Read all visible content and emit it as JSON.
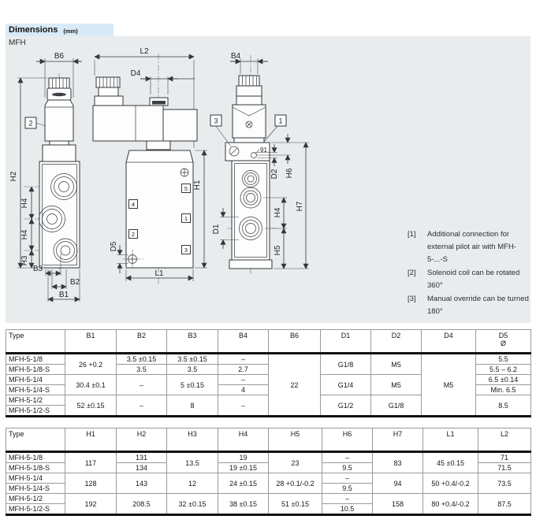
{
  "page": {
    "title": "Dimensions",
    "unit": "(mm)",
    "product": "MFH"
  },
  "drawing": {
    "dims": {
      "b1": "B1",
      "b2": "B2",
      "b3": "B3",
      "b4": "B4",
      "b6": "B6",
      "h1": "H1",
      "h2": "H2",
      "h3": "H3",
      "h4": "H4",
      "h5": "H5",
      "h6": "H6",
      "h7": "H7",
      "l1": "L1",
      "l2": "L2",
      "d1": "D1",
      "d2": "D2",
      "d4": "D4",
      "d5": "D5"
    },
    "ports": {
      "p1": "1",
      "p2": "2",
      "p3": "3",
      "p4": "4",
      "p5": "5",
      "p91": "91"
    },
    "callouts": {
      "c1": "1",
      "c2": "2",
      "c3": "3"
    },
    "notes": [
      {
        "ref": "[1]",
        "text": "Additional connection for external pilot air with MFH-5-...-S"
      },
      {
        "ref": "[2]",
        "text": "Solenoid coil can be rotated 360°"
      },
      {
        "ref": "[3]",
        "text": "Manual override can be turned 180°"
      }
    ]
  },
  "table1": {
    "headers": [
      "Type",
      "B1",
      "B2",
      "B3",
      "B4",
      "B6",
      "D1",
      "D2",
      "D4",
      "D5"
    ],
    "d5_sub": "Ø",
    "rows": [
      {
        "type": "MFH-5-1/8",
        "b1": "26 +0.2",
        "b2": "3.5 ±0.15",
        "b3": "3.5 ±0.15",
        "b4": "–",
        "b6": "22",
        "d1": "G1/8",
        "d2": "M5",
        "d4": "M5",
        "d5": "5.5"
      },
      {
        "type": "MFH-5-1/8-S",
        "b2": "3.5",
        "b3": "3.5",
        "b4": "2.7",
        "d5": "5.5 – 6.2"
      },
      {
        "type": "MFH-5-1/4",
        "b1": "30.4 ±0.1",
        "b2": "–",
        "b3": "5 ±0.15",
        "b4": "–",
        "d1": "G1/4",
        "d2": "M5",
        "d5": "6.5 ±0.14"
      },
      {
        "type": "MFH-5-1/4-S",
        "b4": "4",
        "d5": "Min. 6.5"
      },
      {
        "type": "MFH-5-1/2",
        "b1": "52 ±0.15",
        "b2": "–",
        "b3": "8",
        "b4": "–",
        "d1": "G1/2",
        "d2": "G1/8",
        "d5": "8.5"
      },
      {
        "type": "MFH-5-1/2-S"
      }
    ]
  },
  "table2": {
    "headers": [
      "Type",
      "H1",
      "H2",
      "H3",
      "H4",
      "H5",
      "H6",
      "H7",
      "L1",
      "L2"
    ],
    "rows": [
      {
        "type": "MFH-5-1/8",
        "h1": "117",
        "h2": "131",
        "h3": "13.5",
        "h4": "19",
        "h5": "23",
        "h6": "–",
        "h7": "83",
        "l1": "45 ±0.15",
        "l2": "71"
      },
      {
        "type": "MFH-5-1/8-S",
        "h2": "134",
        "h4": "19 ±0.15",
        "h6": "9.5",
        "l2": "71.5"
      },
      {
        "type": "MFH-5-1/4",
        "h1": "128",
        "h2": "143",
        "h3": "12",
        "h4": "24 ±0.15",
        "h5": "28 +0.1/-0.2",
        "h6": "–",
        "h7": "94",
        "l1": "50 +0.4/-0.2",
        "l2": "73.5"
      },
      {
        "type": "MFH-5-1/4-S",
        "h6": "9.5"
      },
      {
        "type": "MFH-5-1/2",
        "h1": "192",
        "h2": "208.5",
        "h3": "32 ±0.15",
        "h4": "38 ±0.15",
        "h5": "51 ±0.15",
        "h6": "–",
        "h7": "158",
        "l1": "80 +0.4/-0.2",
        "l2": "87.5"
      },
      {
        "type": "MFH-5-1/2-S",
        "h6": "10.5"
      }
    ]
  }
}
